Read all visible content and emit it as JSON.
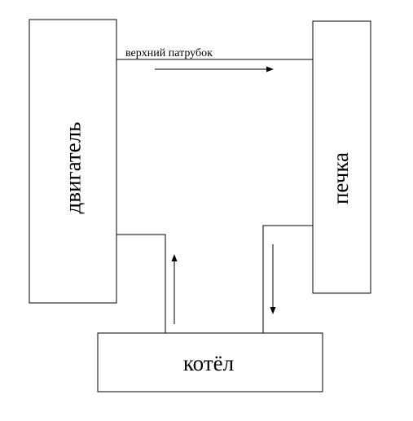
{
  "labels": {
    "engine": "двигатель",
    "heater": "печка",
    "boiler": "котёл",
    "upper_pipe": "верхний патрубок"
  },
  "colors": {
    "stroke": "#000000",
    "background": "#ffffff"
  }
}
